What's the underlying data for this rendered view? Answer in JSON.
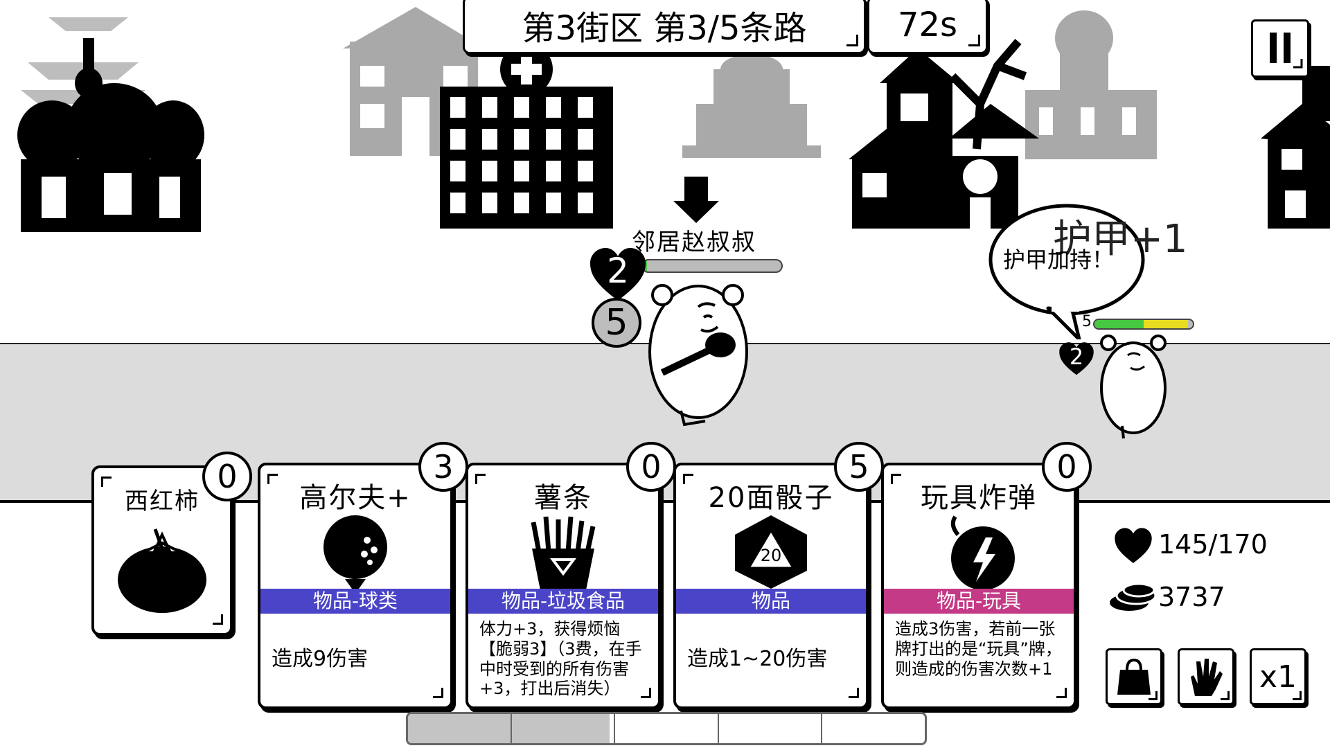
{
  "hud": {
    "location": "第3街区 第3/5条路",
    "timer": "72s"
  },
  "enemies": [
    {
      "name": "邻居赵叔叔",
      "heart_value": "2",
      "armor_value": "5",
      "hp_fraction": 0.03
    },
    {
      "heart_value": "2",
      "armor_value": "5",
      "hp_green_fraction": 0.5,
      "hp_yellow_fraction": 0.45
    }
  ],
  "bubble": {
    "text": "护甲加持！"
  },
  "floating_text": "护甲+1",
  "cards": [
    {
      "title": "西红柿",
      "cost": "0",
      "art": "tomato-icon"
    },
    {
      "title": "高尔夫+",
      "cost": "3",
      "art": "golf-ball-icon",
      "type": "物品-球类",
      "type_color": "#4a44c8",
      "desc": "造成9伤害"
    },
    {
      "title": "薯条",
      "cost": "0",
      "art": "fries-icon",
      "type": "物品-垃圾食品",
      "type_color": "#4a44c8",
      "desc": "体力+3，获得烦恼【脆弱3】（3费，在手中时受到的所有伤害+3，打出后消失）"
    },
    {
      "title": "20面骰子",
      "cost": "5",
      "art": "d20-icon",
      "type": "物品",
      "type_color": "#4a44c8",
      "desc": "造成1~20伤害"
    },
    {
      "title": "玩具炸弹",
      "cost": "0",
      "art": "bomb-icon",
      "type": "物品-玩具",
      "type_color": "#c43a86",
      "desc": "造成3伤害，若前一张牌打出的是“玩具”牌，则造成的伤害次数+1"
    }
  ],
  "player": {
    "hp": "145/170",
    "coins": "3737"
  },
  "controls": {
    "speed": "x1"
  },
  "deck": {
    "segments": 5,
    "filled_fraction": 0.39
  }
}
